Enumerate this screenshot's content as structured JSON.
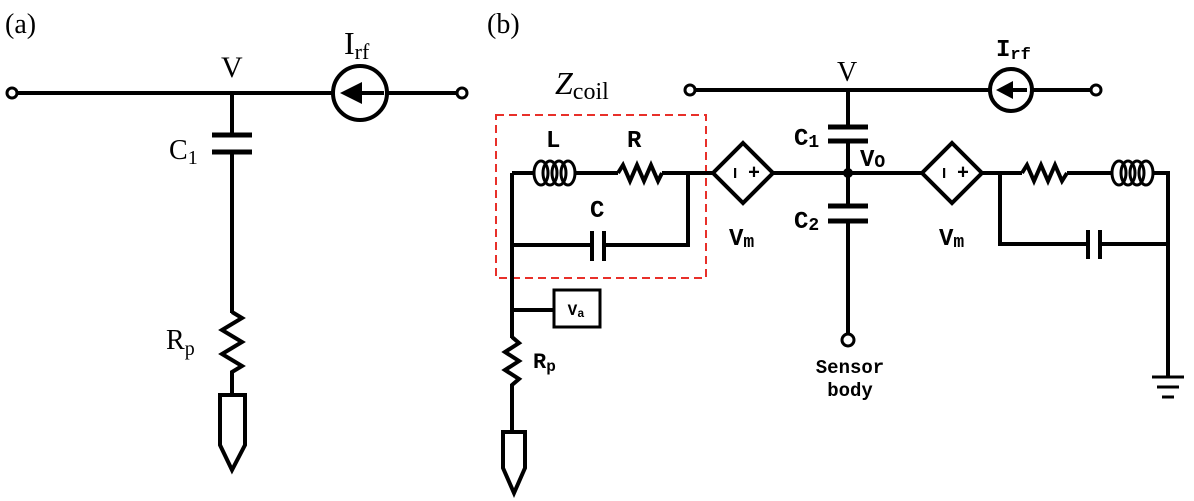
{
  "panel_a": {
    "label": "(a)",
    "node_label": "V",
    "source_label": {
      "main": "I",
      "sub": "rf"
    },
    "capacitor_label": {
      "main": "C",
      "sub": "1"
    },
    "resistor_label": {
      "main": "R",
      "sub": "p"
    }
  },
  "panel_b": {
    "label": "(b)",
    "coil_label": {
      "main": "Z",
      "sub": "coil"
    },
    "node_label": "V",
    "source_label": {
      "main": "I",
      "sub": "rf"
    },
    "inductor_label": "L",
    "resistor_label": "R",
    "capacitor_label": "C",
    "c1_label": {
      "main": "C",
      "sub": "1"
    },
    "output_node_label": {
      "main": "V",
      "sub": "O"
    },
    "c2_label": {
      "main": "C",
      "sub": "2"
    },
    "dependent_source_left": {
      "label_main": "V",
      "label_sub": "m",
      "minus": "−",
      "plus": "+"
    },
    "dependent_source_right": {
      "label_main": "V",
      "label_sub": "m",
      "minus": "−",
      "plus": "+"
    },
    "voltmeter_label": {
      "main": "V",
      "sub": "a"
    },
    "probe_resistor_label": {
      "main": "R",
      "sub": "p"
    },
    "sensor_body_label": {
      "line1": "Sensor",
      "line2": "body"
    }
  },
  "colors": {
    "coil_box": "#e8302a"
  }
}
